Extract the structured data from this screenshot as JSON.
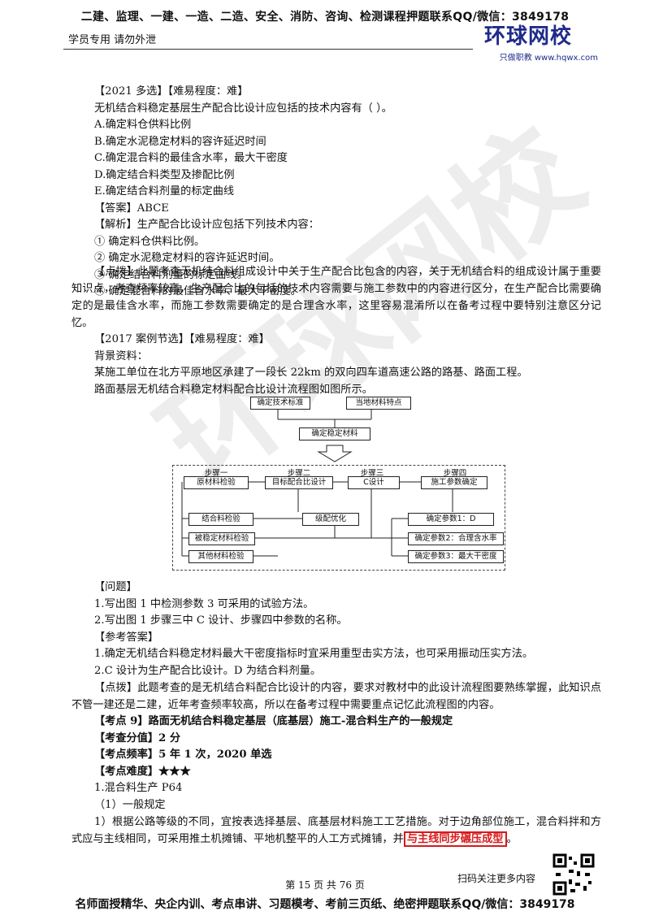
{
  "header": {
    "top_banner": "二建、监理、一建、一造、二造、安全、消防、咨询、检测课程押题联系QQ/微信：3849178",
    "left_note": "学员专用 请勿外泄",
    "logo_main": "环球网校",
    "logo_sub": "只做职教 www.hqwx.com"
  },
  "watermark": "环球网校",
  "q1": {
    "tag": "【2021 多选】【难易程度：难】",
    "stem": "无机结合料稳定基层生产配合比设计应包括的技术内容有（    ）。",
    "options": [
      "A.确定料仓供料比例",
      "B.确定水泥稳定材料的容许延迟时间",
      "C.确定混合料的最佳含水率，最大干密度",
      "D.确定结合料类型及掺配比例",
      "E.确定结合料剂量的标定曲线"
    ],
    "answer": "【答案】ABCE",
    "analysis_title": "【解析】生产配合比设计应包括下列技术内容：",
    "analysis_items": [
      "① 确定料仓供料比例。",
      "② 确定水泥稳定材料的容许延迟时间。",
      "③ 确定结合料剂量的标定曲线。",
      "④ 确定混合料的最佳含水率、最大干密度。"
    ],
    "tip": "【点拨】此题考查无机结合料组成设计中关于生产配合比包含的内容，关于无机结合料的组成设计属于重要知识点，考查频率较高，生产配合比的包括的技术内容需要与施工参数中的内容进行区分，在生产配合比需要确定的是最佳含水率，而施工参数需要确定的是合理含水率，这里容易混淆所以在备考过程中要特别注意区分记忆。"
  },
  "q2": {
    "tag": "【2017 案例节选】【难易程度：难】",
    "bg_title": "背景资料：",
    "bg_text1": "某施工单位在北方平原地区承建了一段长 22km 的双向四车道高速公路的路基、路面工程。",
    "bg_text2": "路面基层无机结合料稳定材料配合比设计流程图如图所示。",
    "diagram": {
      "top_left": "确定技术标准",
      "top_right": "当地材料特点",
      "mid": "确定稳定材料",
      "step_labels": [
        "步骤一",
        "步骤二",
        "步骤三",
        "步骤四"
      ],
      "step_boxes": [
        "原材料检验",
        "目标配合比设计",
        "C设计",
        "施工参数确定"
      ],
      "left_col": [
        "结合料检验",
        "被稳定材料检验",
        "其他材料检验"
      ],
      "center": "级配优化",
      "right_col": [
        "确定参数1：D",
        "确定参数2：合理含水率",
        "确定参数3：最大干密度"
      ]
    },
    "question_title": "【问题】",
    "questions": [
      "1.写出图 1 中检测参数 3 可采用的试验方法。",
      "2.写出图 1 步骤三中 C 设计、步骤四中参数的名称。"
    ],
    "ref_title": "【参考答案】",
    "refs": [
      "1.确定无机结合料稳定材料最大干密度指标时宜采用重型击实方法，也可采用振动压实方法。",
      "2.C 设计为生产配合比设计。D 为结合料剂量。"
    ],
    "tip": "【点拨】此题考查的是无机结合料配合比设计的内容，要求对教材中的此设计流程图要熟练掌握，此知识点不管一建还是二建，近年考查频率较高，所以在备考过程中需要重点记忆此流程图的内容。"
  },
  "kp": {
    "title": "【考点 9】路面无机结合料稳定基层（底基层）施工-混合料生产的一般规定",
    "score": "【考查分值】2 分",
    "freq": "【考点频率】5 年 1 次，2020 单选",
    "difficulty": "【考点难度】★★★",
    "sec": "1.混合料生产   P64",
    "sub": "（1）一般规定",
    "text_main": "1）根据公路等级的不同，宜按表选择基层、底基层材料施工工艺措施。对于边角部位施工，混合料拌和方式应与主线相同，可采用推土机摊铺、平地机整平的人工方式摊铺，并",
    "text_highlight": "与主线同步碾压成型",
    "text_end": "。"
  },
  "footer": {
    "qr_text": "扫码关注更多内容",
    "page": "第 15 页 共 76 页",
    "bottom_banner": "名师面授精华、央企内训、考点串讲、习题模考、考前三页纸、绝密押题联系QQ/微信：3849178"
  }
}
